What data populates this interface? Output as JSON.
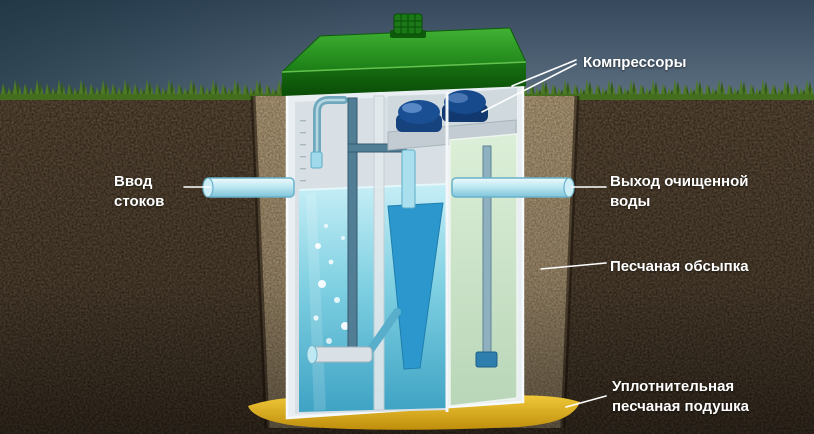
{
  "labels": {
    "compressors": "Компрессоры",
    "inlet": "Ввод\nстоков",
    "outlet": "Выход очищенной\nводы",
    "sand_backfill": "Песчаная обсыпка",
    "sand_cushion": "Уплотнительная\nпесчаная подушка"
  },
  "colors": {
    "label_text": "#ffffff",
    "leader_line": "#ffffff",
    "lid_green": "#1b7a17",
    "tank_white": "#e9eef2",
    "water_cyan": "#7fd0e2",
    "compressor_navy": "#16427e",
    "sand_cushion_yellow": "#d9a91c",
    "backfill_tan": "#8a7454",
    "soil_brown": "#241a10",
    "grass_green": "#4d7a26",
    "sky_slate": "#44586b"
  }
}
